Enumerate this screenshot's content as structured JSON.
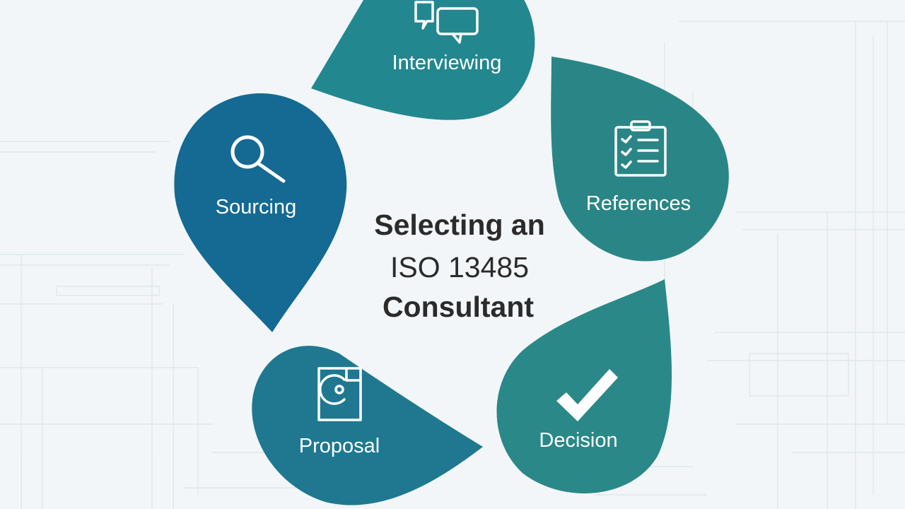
{
  "title": {
    "line1": "Selecting an",
    "line2": "ISO 13485",
    "line3": "Consultant"
  },
  "colors": {
    "blue": "#156d94",
    "teal": "#2a8a8a",
    "text_dark": "#2b2b2b",
    "background": "#eef3f6"
  },
  "steps": [
    {
      "label": "Interviewing",
      "icon": "chat-bubbles-icon"
    },
    {
      "label": "References",
      "icon": "clipboard-checklist-icon"
    },
    {
      "label": "Decision",
      "icon": "checkmark-icon"
    },
    {
      "label": "Proposal",
      "icon": "document-icon"
    },
    {
      "label": "Sourcing",
      "icon": "magnifying-glass-icon"
    }
  ]
}
